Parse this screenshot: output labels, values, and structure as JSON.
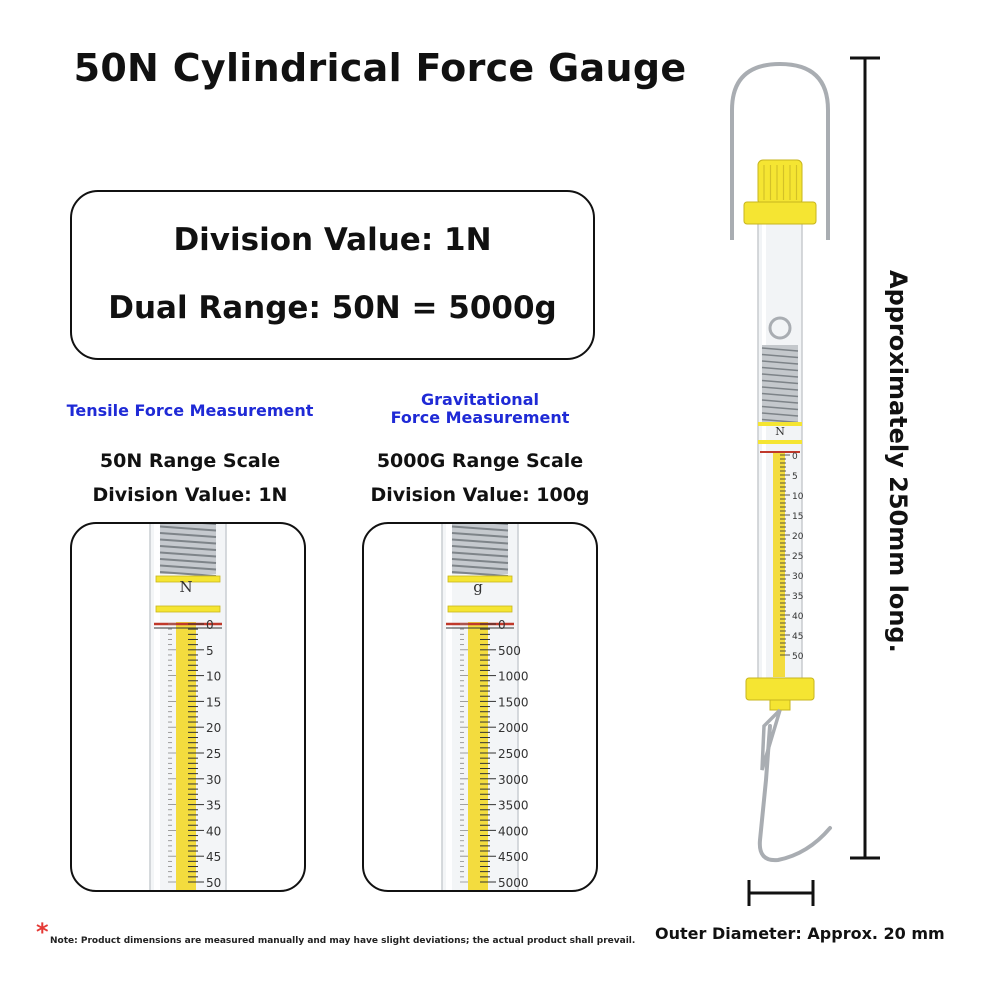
{
  "header": {
    "title": "50N Cylindrical Force Gauge"
  },
  "specs": {
    "division": "Division Value: 1N",
    "dual_range": "Dual Range: 50N = 5000g"
  },
  "tensile": {
    "heading": "Tensile Force Measurement",
    "scale_label": "50N Range Scale",
    "division_label": "Division Value: 1N",
    "unit_symbol": "N",
    "ticks": [
      "0",
      "5",
      "10",
      "15",
      "20",
      "25",
      "30",
      "35",
      "40",
      "45",
      "50"
    ]
  },
  "gravitational": {
    "heading_line1": "Gravitational",
    "heading_line2": "Force Measurement",
    "scale_label": "5000G Range Scale",
    "division_label": "Division Value: 100g",
    "unit_symbol": "g",
    "ticks": [
      "0",
      "500",
      "1000",
      "1500",
      "2000",
      "2500",
      "3000",
      "3500",
      "4000",
      "4500",
      "5000"
    ]
  },
  "product": {
    "unit_symbol": "N",
    "ticks": [
      "0",
      "5",
      "10",
      "15",
      "20",
      "25",
      "30",
      "35",
      "40",
      "45",
      "50"
    ],
    "length_label": "Approximately 250mm long.",
    "diameter_label": "Outer Diameter: Approx. 20 mm"
  },
  "note": {
    "star": "*",
    "text": "Note: Product dimensions are measured manually and may have slight deviations; the actual product shall prevail."
  },
  "colors": {
    "yellow": "#f5e532",
    "scale_yellow": "#f3dc3e",
    "blue": "#1f2ad6",
    "red_mark": "#c0392b",
    "metal": "#a9adb2"
  }
}
